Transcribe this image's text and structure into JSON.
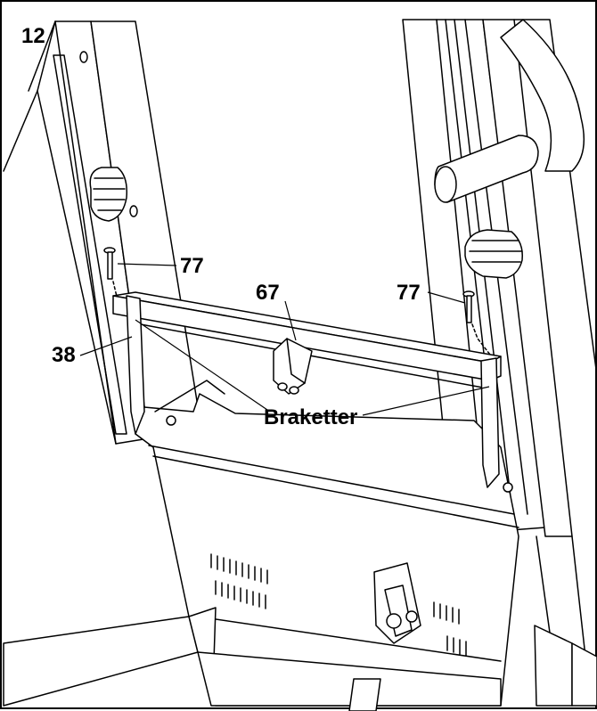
{
  "step_number": "12",
  "callouts": {
    "pin_left": "77",
    "pin_right": "77",
    "part_center": "67",
    "upright_left": "38",
    "brackets": "Braketter"
  },
  "colors": {
    "line": "#000000",
    "background": "#ffffff",
    "fill": "#ffffff"
  }
}
